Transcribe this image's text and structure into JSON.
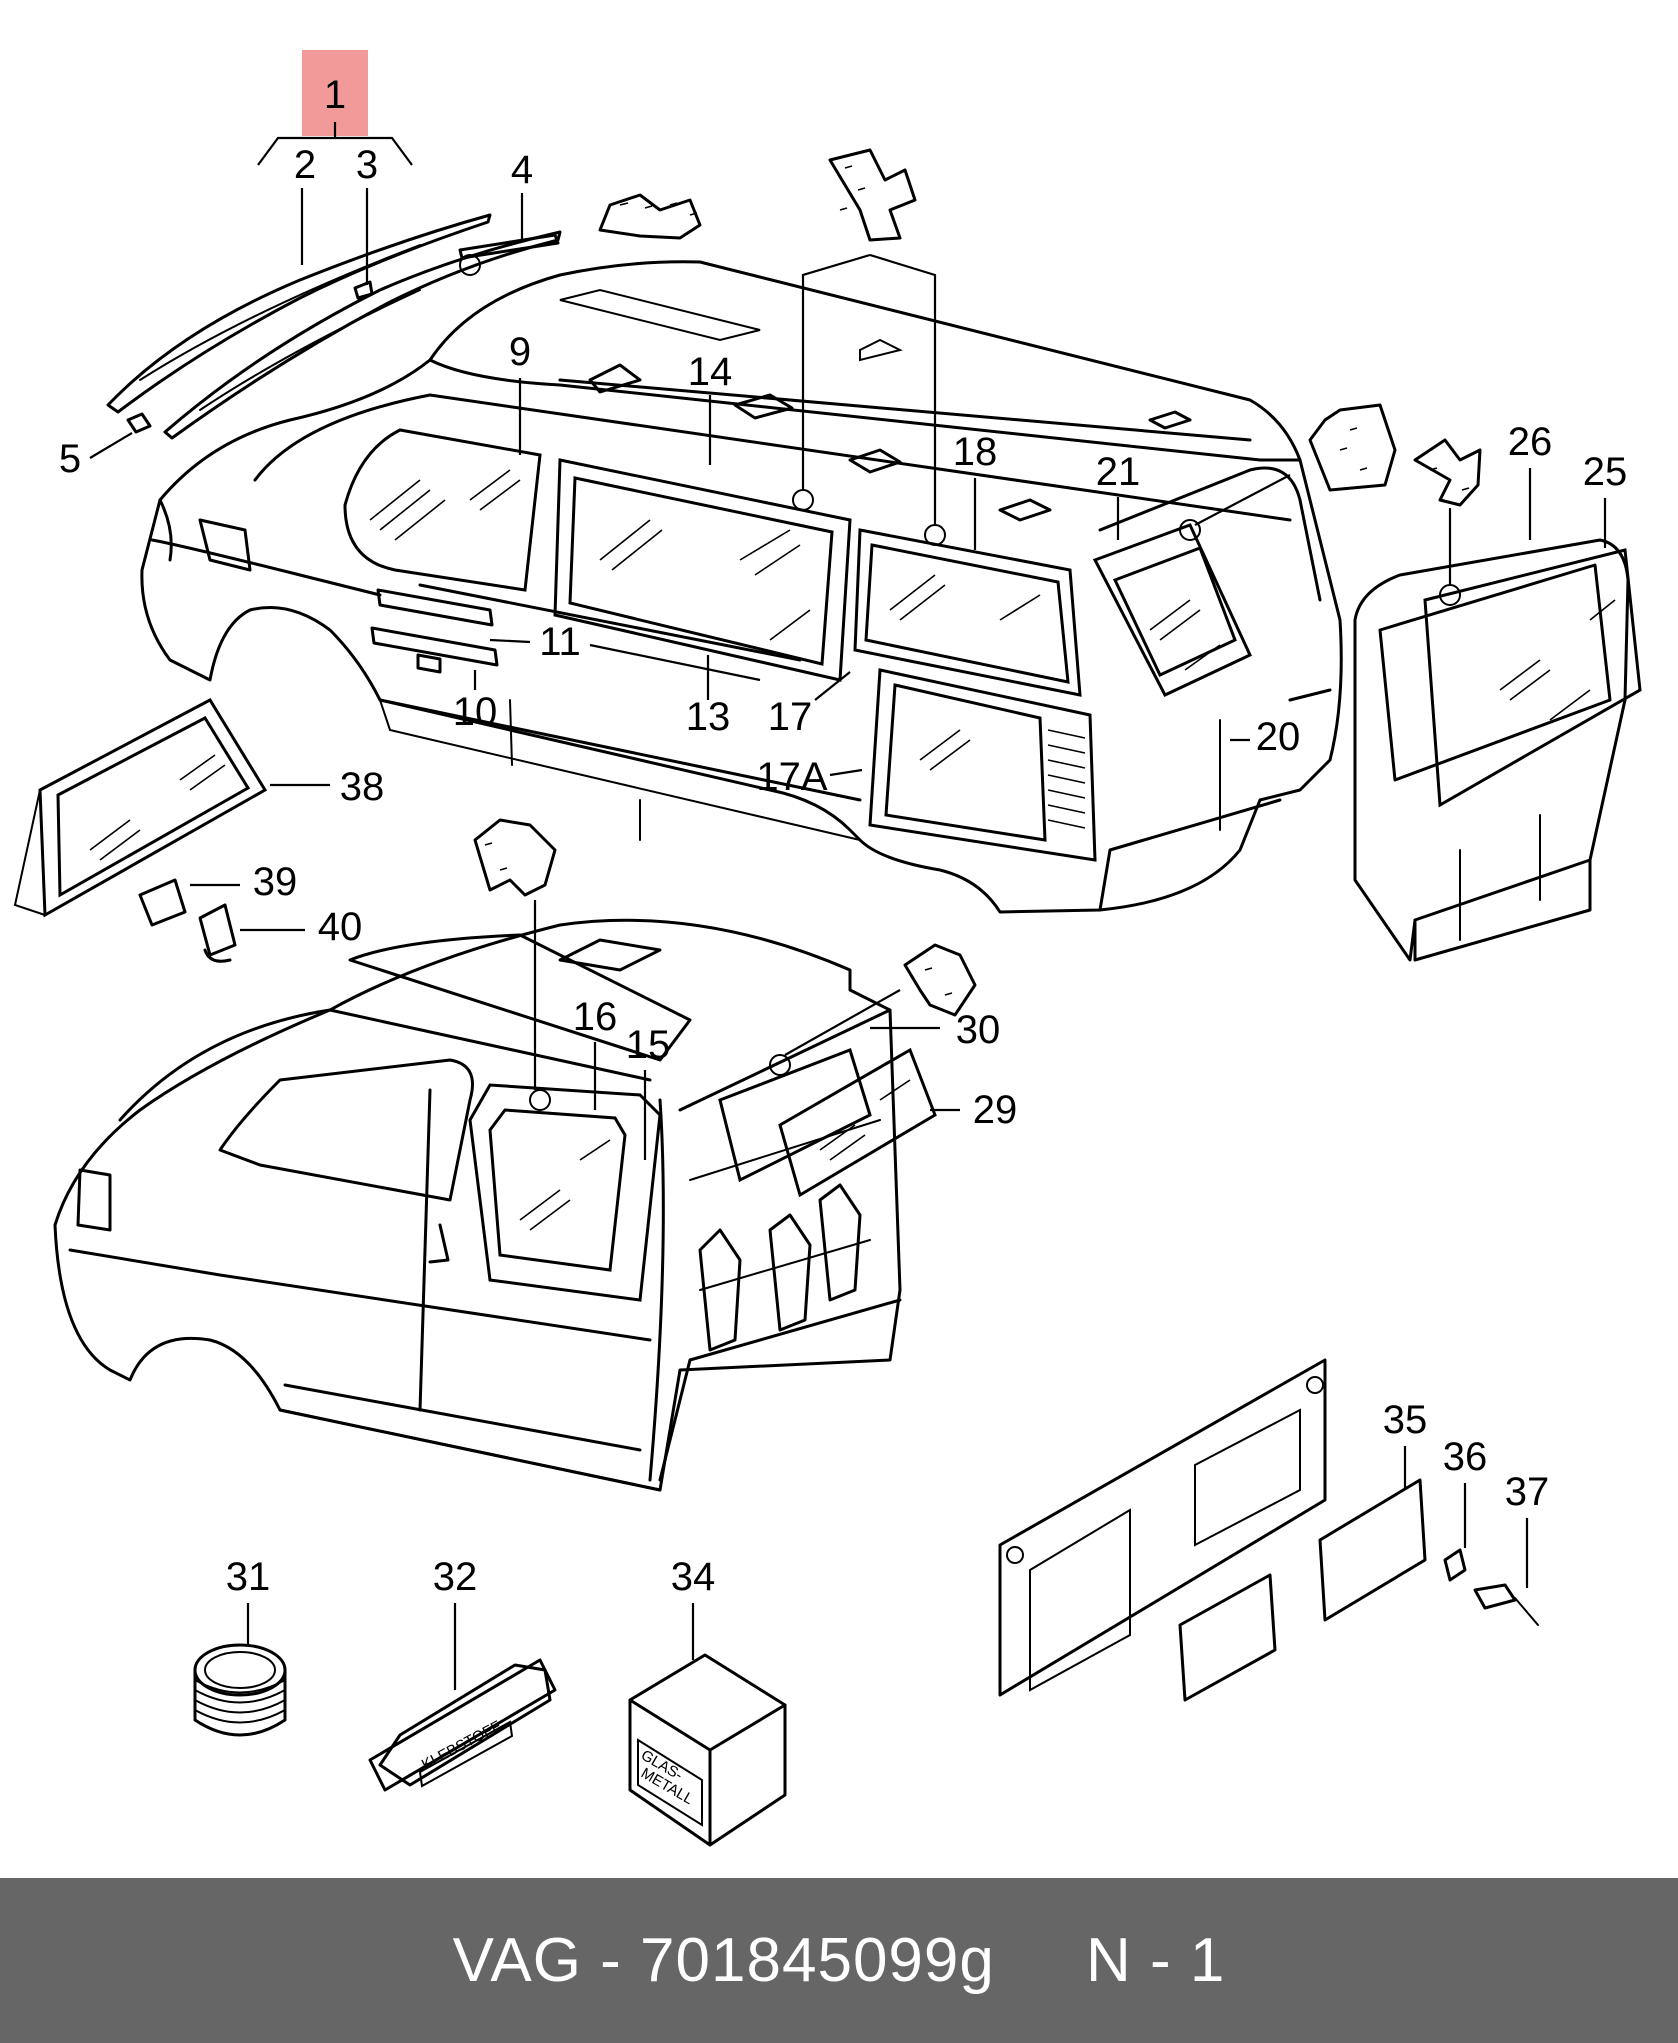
{
  "diagram": {
    "highlight_color": "#f29a9a",
    "highlighted_part": "1",
    "callouts": [
      "1",
      "2",
      "3",
      "4",
      "5",
      "9",
      "14",
      "18",
      "21",
      "26",
      "25",
      "11",
      "13",
      "10",
      "17",
      "17A",
      "20",
      "38",
      "39",
      "40",
      "16",
      "15",
      "30",
      "29",
      "31",
      "32",
      "34",
      "35",
      "36",
      "37"
    ],
    "package_labels": {
      "adhesive_tube": "KLEBSTOFF",
      "primer_box_line1": "GLAS-",
      "primer_box_line2": "METALL"
    }
  },
  "footer": {
    "text": "VAG - 701845099g     N - 1",
    "background": "#666666",
    "color": "#ffffff"
  }
}
